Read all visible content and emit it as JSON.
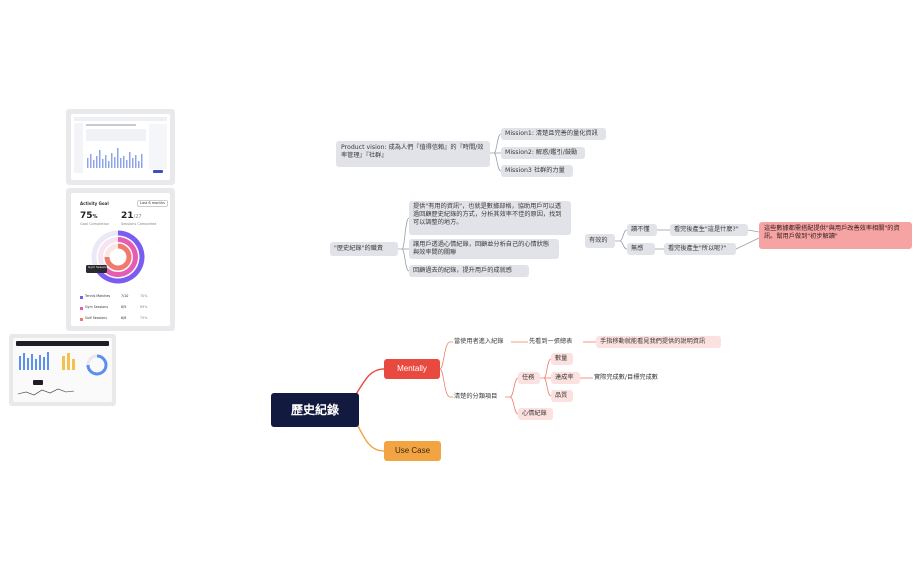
{
  "root": {
    "label": "歷史紀錄"
  },
  "mentally": {
    "label": "Mentally",
    "branch1": {
      "label": "當使用者進入紀錄",
      "child": "先看到一張總表",
      "grandchild": "手指移動就能看見我們提供的說明資訊"
    },
    "branch2": {
      "label": "清楚的分類項目",
      "task": {
        "label": "任務",
        "items": [
          "數量",
          "達成率",
          "品質"
        ],
        "rate_detail": "實際完成數/目標完成數"
      },
      "mood": "心情紀錄"
    }
  },
  "use_case": {
    "label": "Use Case"
  },
  "vision": {
    "text": "Product vision: 成為人們『值得信賴』的『時間/效率管理』『社群』",
    "missions": [
      "Mission1: 清楚且完善的量化資訊",
      "Mission2: 解惑/鑑引/鼓勵",
      "Mission3 社群的力量"
    ]
  },
  "duty": {
    "label": "\"歷史紀錄\"的職責",
    "items": [
      "提供\"有用的資訊\"，也就是數據部格，協助用戶可以透過回顧歷史紀錄的方式，分析其效率不佳的原因，找到可以調整的地方。",
      "讓用戶透過心情紀錄，回顧並分析自己的心情狀態與效率間的關聯",
      "回顧過去的紀錄，提升用戶的成就感"
    ]
  },
  "effect": {
    "label": "有效的",
    "no_understand": "讀不懂",
    "no_understand_q": "看完後產生\"這是什麼?\"",
    "understand": "無感",
    "understand_q": "看完後產生\"所以呢?\"",
    "note": "這些數據都需搭配提供\"與用戶改善效率相關\"的資訊。幫用戶做到\"初步解讀\""
  },
  "thumb_activity": {
    "title": "Activity Goal",
    "period": "Last 6 months",
    "pct": "75",
    "pct_unit": "%",
    "pct_label": "Goal Completion",
    "sessions": "21",
    "sessions_total": "/27",
    "sessions_label": "Sessions Completed",
    "rows": [
      {
        "name": "Tennis Matches",
        "a": "7/10",
        "b": "70%"
      },
      {
        "name": "Gym Sessions",
        "a": "8/9",
        "b": "89%"
      },
      {
        "name": "Golf Sessions",
        "a": "6/8",
        "b": "75%"
      }
    ],
    "tooltip": "Gym Sessions",
    "colors": [
      "#7b5cf0",
      "#e65bb4",
      "#f07a6e"
    ]
  },
  "colors": {
    "root": "#131a3f",
    "mentally": "#e94a3f",
    "use_case": "#f2a443",
    "red_line": "#f07c6a",
    "orange_line": "#f2a443",
    "gray_line": "#9aa0a8"
  }
}
